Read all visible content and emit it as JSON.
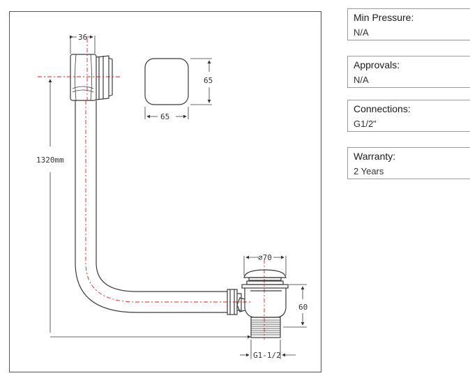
{
  "diagram": {
    "dim_top_width": "36",
    "dim_plate_height": "65",
    "dim_plate_width": "65",
    "dim_length": "1320mm",
    "dim_waste_diameter": "⌀70",
    "dim_waste_height": "60",
    "dim_thread": "G1-1/2"
  },
  "specs": [
    {
      "label": "Min Pressure:",
      "value": "N/A"
    },
    {
      "label": "Approvals:",
      "value": "N/A"
    },
    {
      "label": "Connections:",
      "value": "G1/2\""
    },
    {
      "label": "Warranty:",
      "value": "2 Years"
    }
  ],
  "colors": {
    "line": "#3a3a3a",
    "centerline": "#e0201c",
    "border": "#9a9a9a"
  }
}
